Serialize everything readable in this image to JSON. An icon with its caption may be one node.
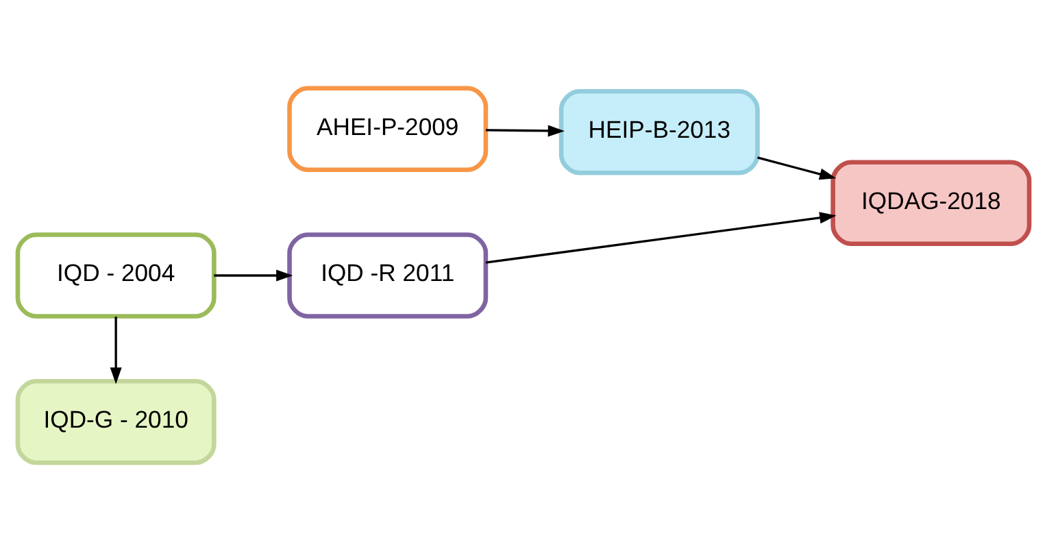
{
  "diagram": {
    "nodes": [
      {
        "text": [
          "AHEI-P-2009"
        ]
      },
      {
        "text": [
          "HEIP-B-2013"
        ]
      },
      {
        "text": [
          "IQD - 2004"
        ]
      },
      {
        "text": [
          "IQD -R 2011"
        ]
      },
      {
        "text": [
          "IQD-G - 2010"
        ]
      },
      {
        "text": [
          "IQDAG-2018"
        ]
      }
    ],
    "edges": [
      {
        "from": 0,
        "to": 1,
        "arrow": "to"
      },
      {
        "from": 2,
        "to": 3,
        "arrow": "to"
      },
      {
        "from": 2,
        "to": 4,
        "arrow": "to"
      },
      {
        "from": 3,
        "to": 5,
        "arrow": "to"
      },
      {
        "from": 1,
        "to": 5,
        "arrow": "to"
      }
    ]
  }
}
